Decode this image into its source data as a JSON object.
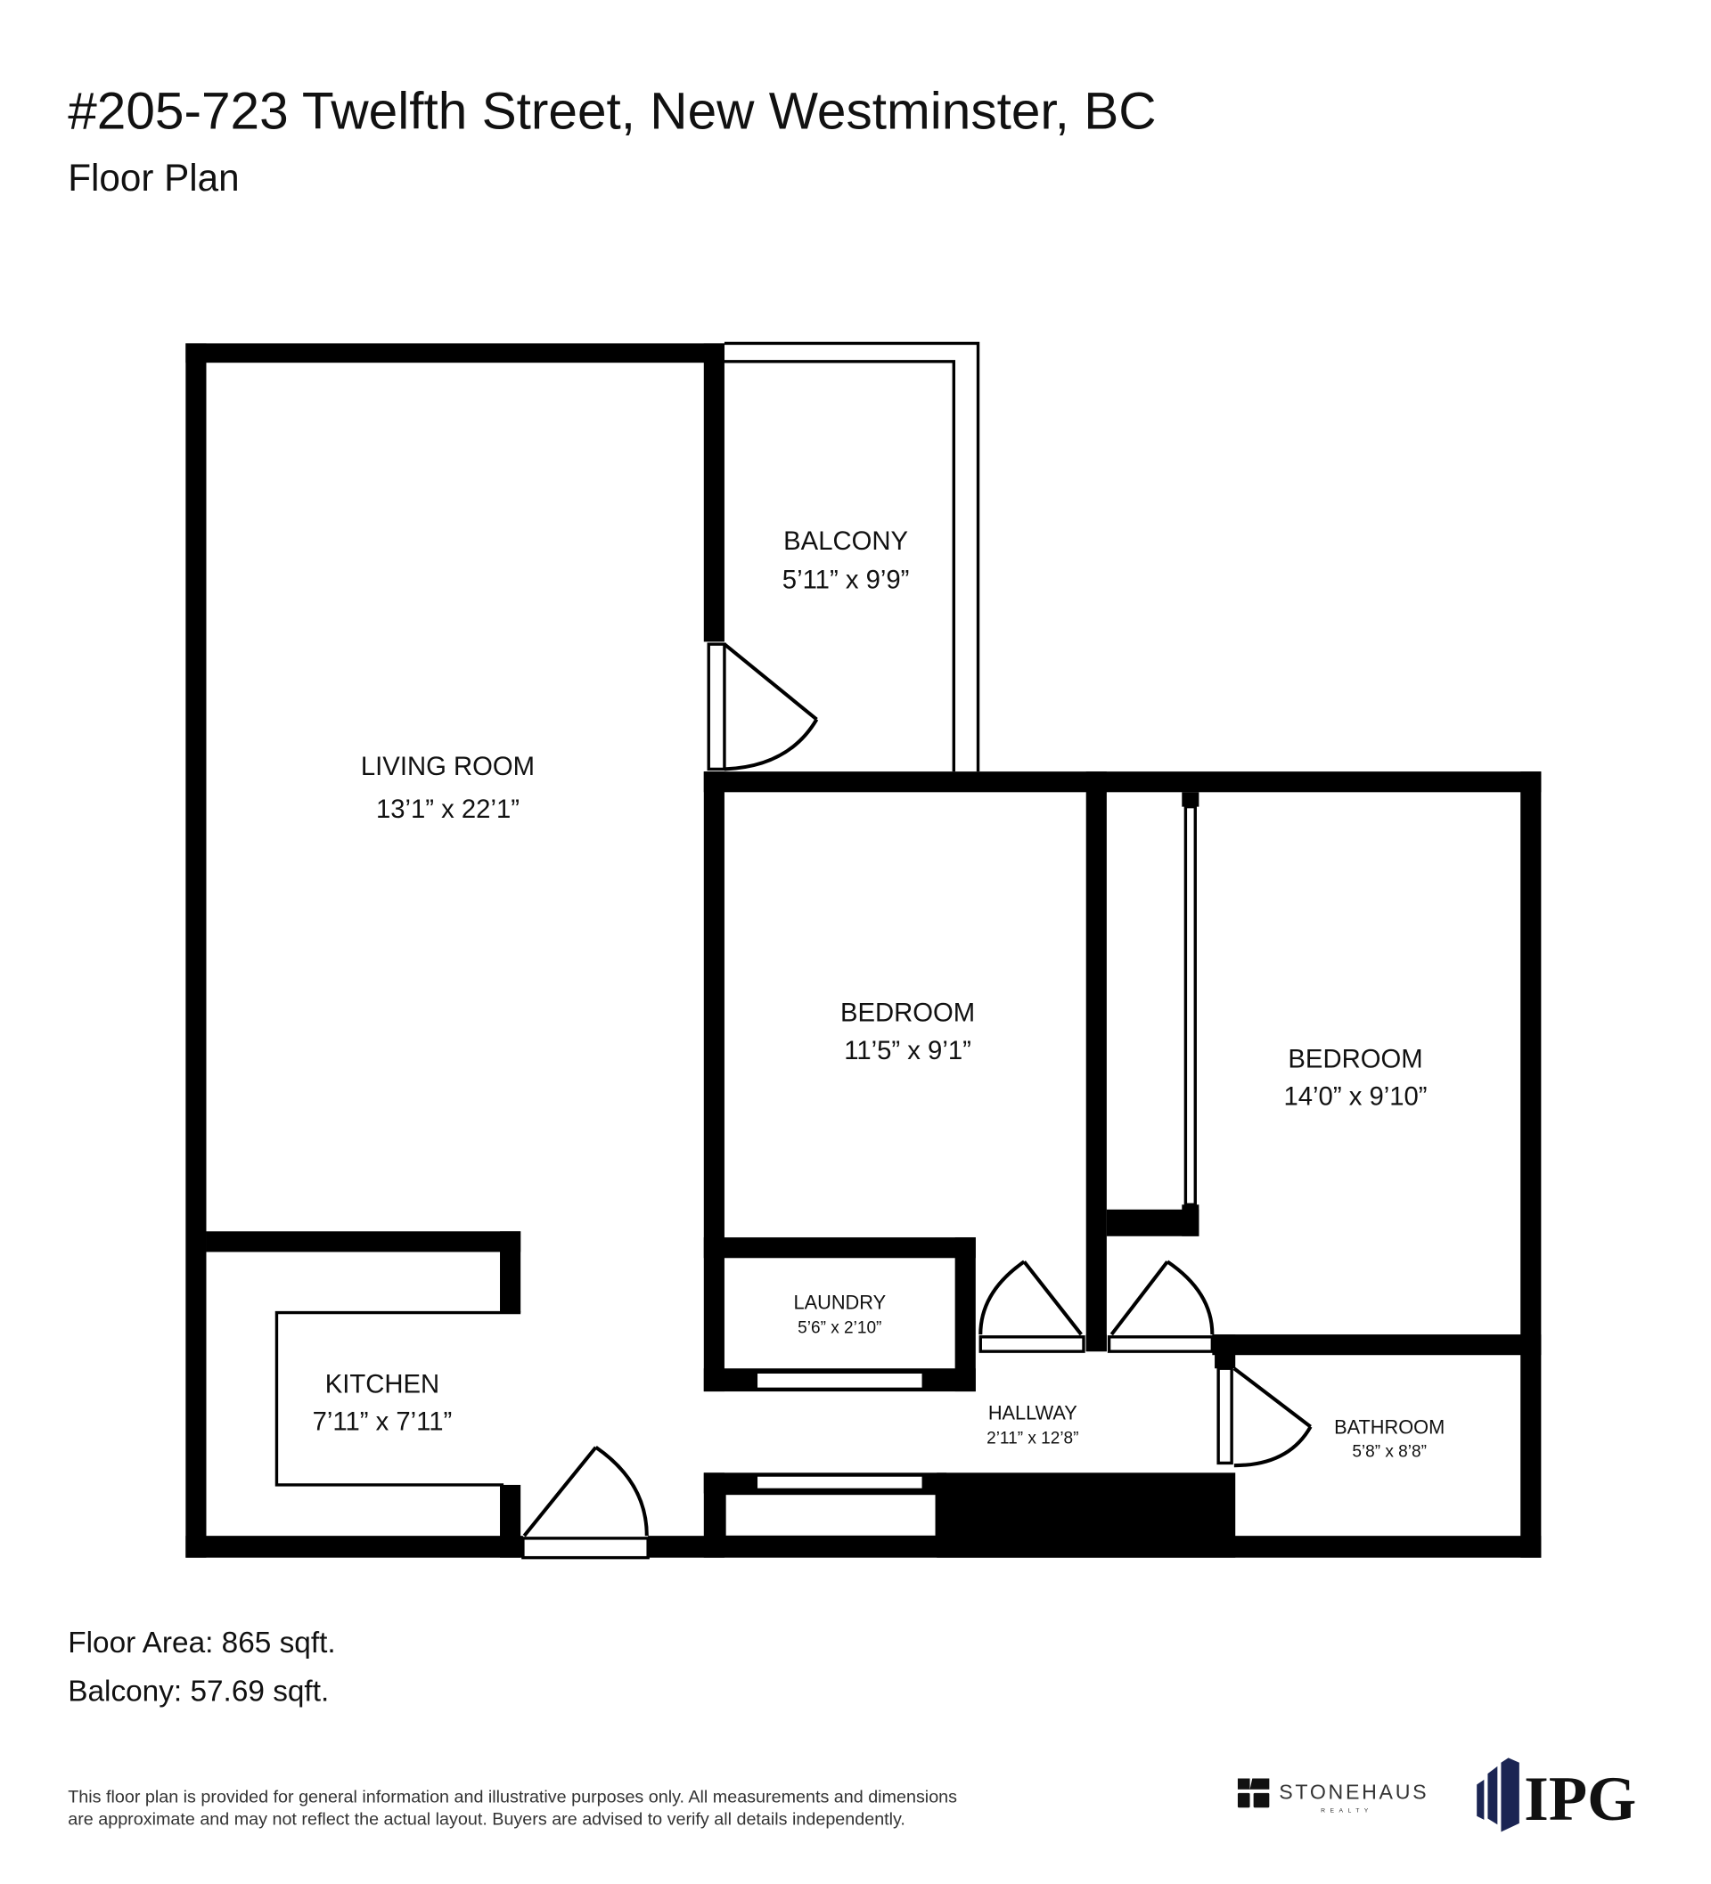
{
  "header": {
    "title": "#205-723 Twelfth Street, New Westminster, BC",
    "subtitle": "Floor Plan"
  },
  "rooms": [
    {
      "name": "LIVING ROOM",
      "dimensions": "13’1” x 22’1”"
    },
    {
      "name": "BALCONY",
      "dimensions": "5’11” x 9’9”"
    },
    {
      "name": "BEDROOM",
      "dimensions": "11’5” x 9’1”"
    },
    {
      "name": "BEDROOM",
      "dimensions": "14’0” x 9’10”"
    },
    {
      "name": "KITCHEN",
      "dimensions": "7’11” x 7’11”"
    },
    {
      "name": "LAUNDRY",
      "dimensions": "5’6” x 2’10”"
    },
    {
      "name": "HALLWAY",
      "dimensions": "2’11” x 12’8”"
    },
    {
      "name": "BATHROOM",
      "dimensions": "5’8” x 8’8”"
    }
  ],
  "summary": {
    "floor_area": "Floor Area: 865 sqft.",
    "balcony": "Balcony: 57.69 sqft."
  },
  "disclaimer": {
    "line1": "This floor plan is provided for general information and illustrative purposes only. All measurements and dimensions",
    "line2": "are approximate and may not reflect the actual layout. Buyers are advised to verify all details independently."
  },
  "logos": {
    "stonehaus": {
      "name": "STONEHAUS",
      "tagline": "REALTY"
    },
    "ipg": {
      "name": "IPG",
      "color": "#1b2553"
    }
  },
  "colors": {
    "wall": "#000000",
    "background": "#ffffff",
    "ipg_navy": "#1b2553"
  }
}
